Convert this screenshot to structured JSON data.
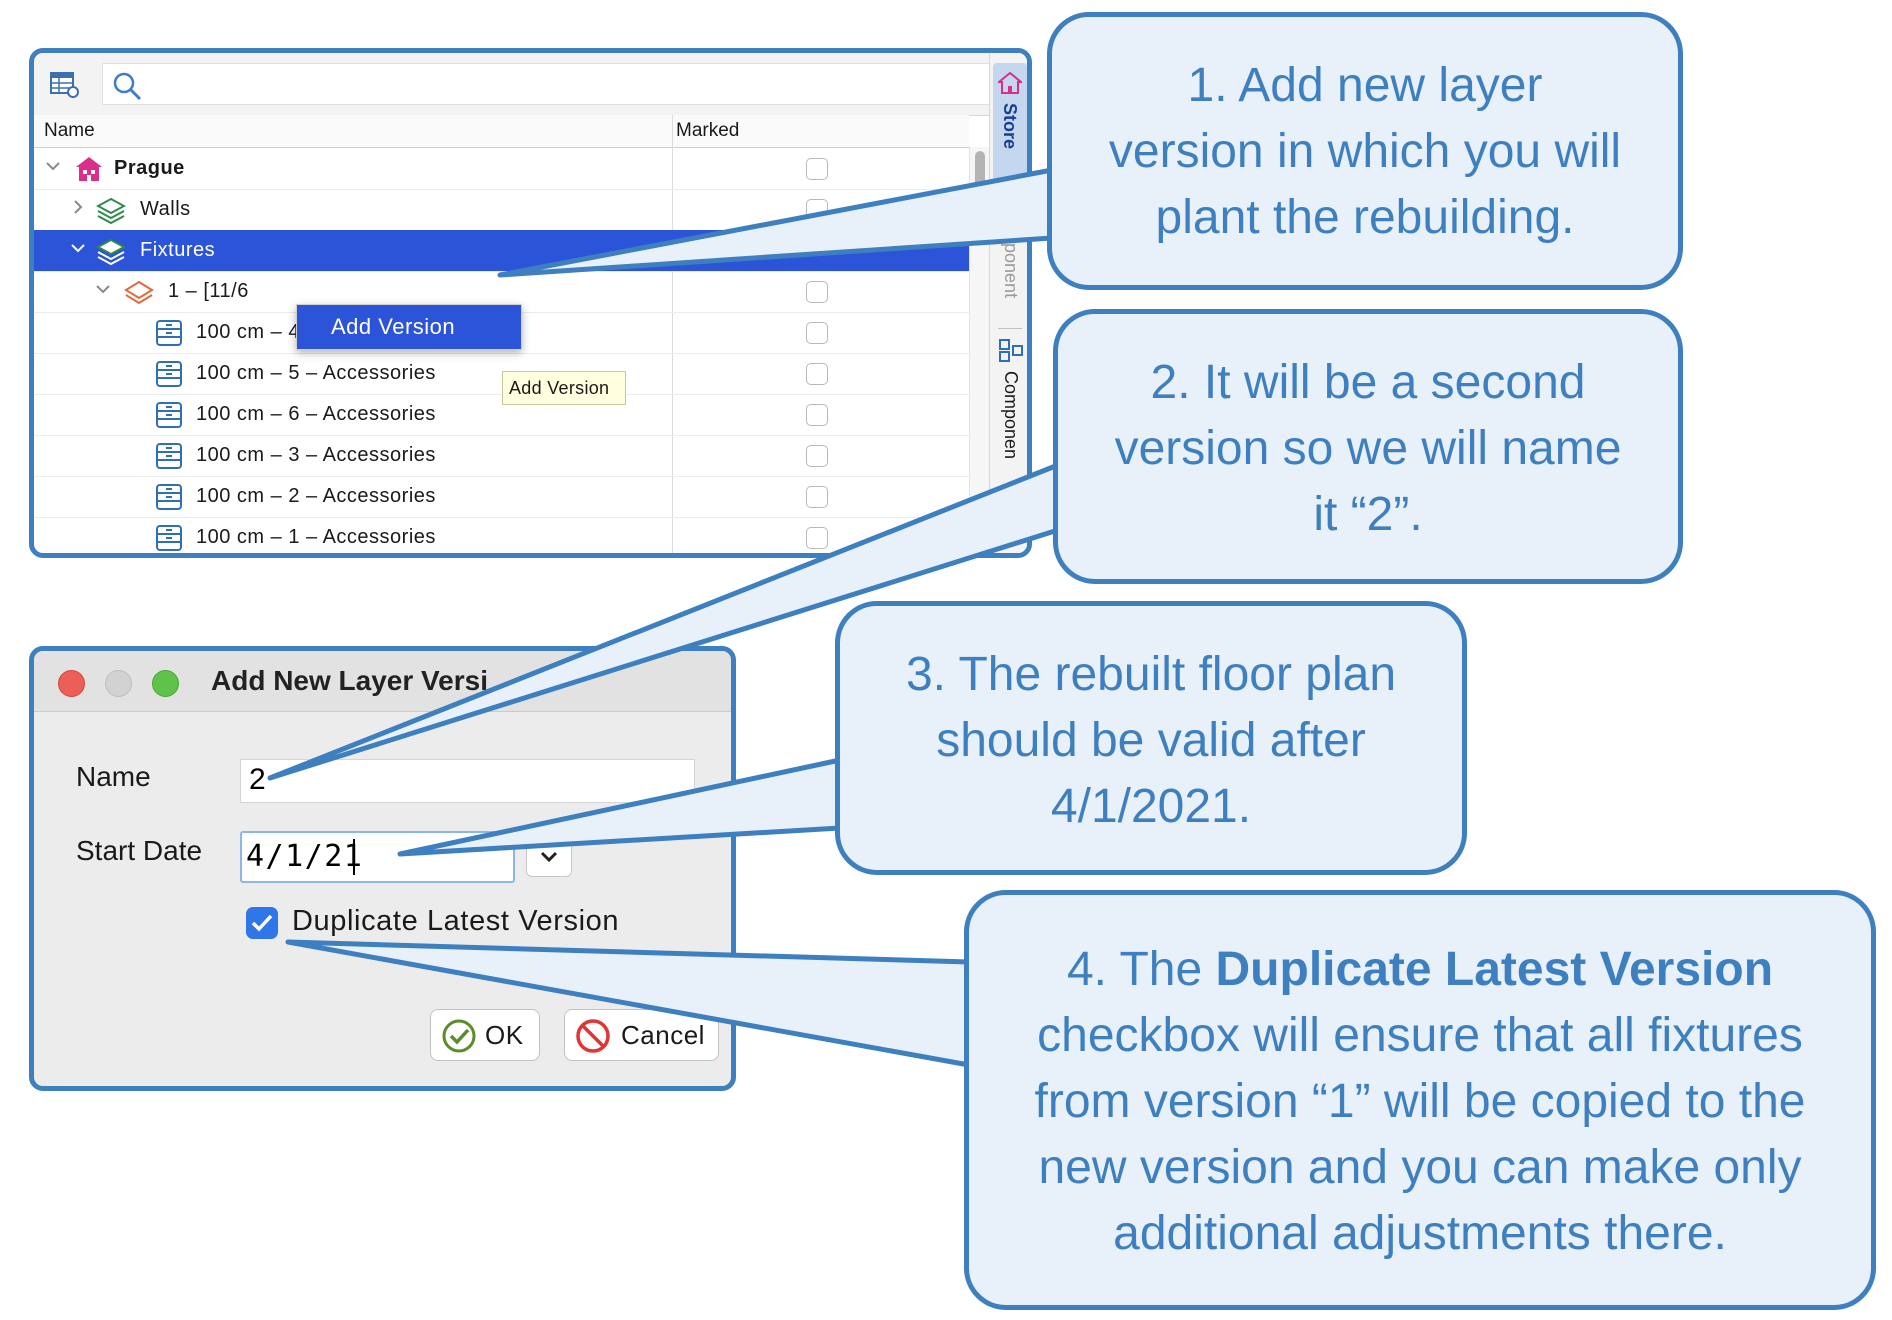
{
  "tree": {
    "header": {
      "name": "Name",
      "marked": "Marked"
    },
    "rows": [
      {
        "label": "Prague",
        "icon": "house-icon"
      },
      {
        "label": "Walls",
        "icon": "layer-stack-icon"
      },
      {
        "label": "Fixtures",
        "icon": "layer-stack-icon",
        "selected": true
      },
      {
        "label": "1 – [11/6",
        "icon": "layer-version-icon"
      },
      {
        "label": "100 cm – 4 – Accessories",
        "icon": "fixture-icon"
      },
      {
        "label": "100 cm – 5 – Accessories",
        "icon": "fixture-icon"
      },
      {
        "label": "100 cm – 6 – Accessories",
        "icon": "fixture-icon"
      },
      {
        "label": "100 cm – 3 – Accessories",
        "icon": "fixture-icon"
      },
      {
        "label": "100 cm – 2 – Accessories",
        "icon": "fixture-icon"
      },
      {
        "label": "100 cm – 1 – Accessories",
        "icon": "fixture-icon"
      }
    ],
    "context_menu": {
      "add_version": "Add Version"
    },
    "tooltip": "Add Version",
    "side_tabs": {
      "store": "Store",
      "component_1": "nponent",
      "component_2": "Componen"
    }
  },
  "dialog": {
    "title": "Add New Layer Versi",
    "name_label": "Name",
    "name_value": "2",
    "start_date_label": "Start Date",
    "start_date_value": "4/1/21",
    "duplicate_label": "Duplicate Latest Version",
    "duplicate_checked": true,
    "ok_label": "OK",
    "cancel_label": "Cancel"
  },
  "callouts": {
    "c1": [
      "1. Add new layer",
      "version in which you will",
      "plant the rebuilding."
    ],
    "c2": [
      "2. It will be a second",
      "version so we will name",
      "it “2”."
    ],
    "c3": [
      "3. The rebuilt floor plan",
      "should be valid after",
      "4/1/2021."
    ],
    "c4": {
      "line1_prefix": "4. The ",
      "line1_bold": "Duplicate Latest Version",
      "lines": [
        "checkbox will ensure that all fixtures",
        "from version “1” will be copied to the",
        "new version and you can make only",
        "additional adjustments there."
      ]
    }
  },
  "colors": {
    "accent": "#3e7fc0",
    "callout_fill": "#e8f1f9",
    "selection": "#2b54d9"
  }
}
